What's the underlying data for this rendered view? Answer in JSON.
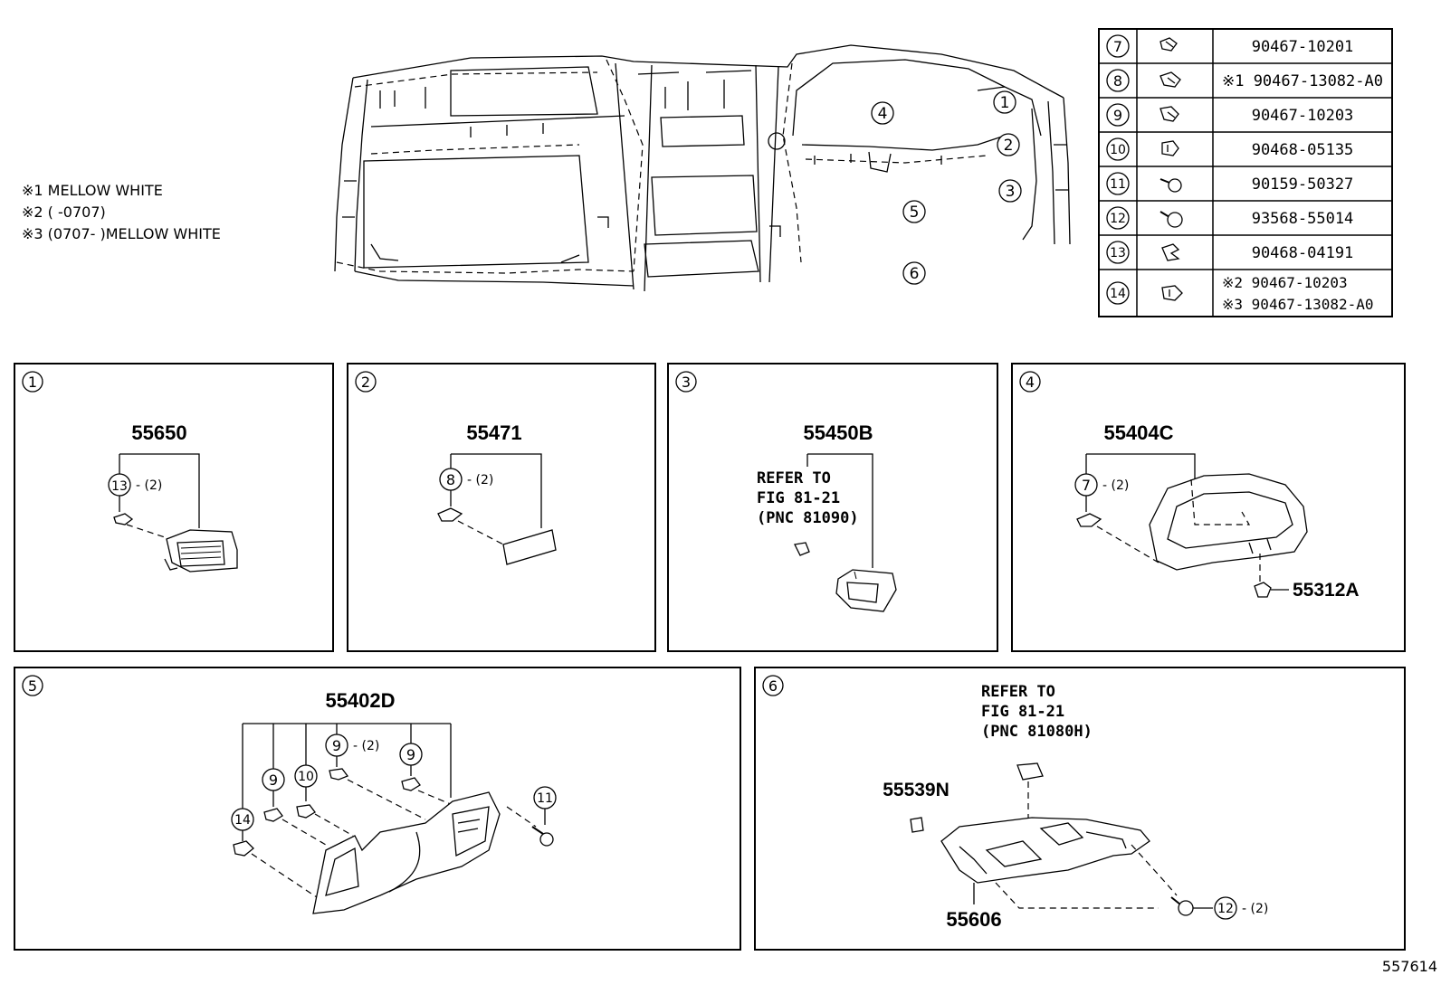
{
  "legend": {
    "note1": "※1 MELLOW WHITE",
    "note2": "※2 (     -0707)",
    "note3": "※3 (0707-     )MELLOW WHITE"
  },
  "overview_callouts": [
    "1",
    "2",
    "3",
    "4",
    "5",
    "6"
  ],
  "parts_table": [
    {
      "ref": "7",
      "icon": "clip-icon",
      "number": "90467-10201"
    },
    {
      "ref": "8",
      "icon": "clip-icon",
      "number": "※1 90467-13082-A0"
    },
    {
      "ref": "9",
      "icon": "clip-icon",
      "number": "90467-10203"
    },
    {
      "ref": "10",
      "icon": "nut-icon",
      "number": "90468-05135"
    },
    {
      "ref": "11",
      "icon": "screw-icon",
      "number": "90159-50327"
    },
    {
      "ref": "12",
      "icon": "screw-icon",
      "number": "93568-55014"
    },
    {
      "ref": "13",
      "icon": "clip-icon",
      "number": "90468-04191"
    },
    {
      "ref": "14",
      "icon": "clip-icon",
      "number": "※2  90467-10203",
      "number2": "※3  90467-13082-A0"
    }
  ],
  "panels": {
    "p1": {
      "num": "1",
      "part": "55650",
      "clip": "13",
      "qty": "- (2)"
    },
    "p2": {
      "num": "2",
      "part": "55471",
      "clip": "8",
      "qty": "- (2)"
    },
    "p3": {
      "num": "3",
      "part": "55450B",
      "refer1": "REFER TO",
      "refer2": "FIG 81-21",
      "refer3": "(PNC 81090)"
    },
    "p4": {
      "num": "4",
      "part": "55404C",
      "clip": "7",
      "qty": "- (2)",
      "part2": "55312A"
    },
    "p5": {
      "num": "5",
      "part": "55402D",
      "c9a": "9",
      "qty9a": "- (2)",
      "c9b": "9",
      "c9c": "9",
      "c10": "10",
      "c14": "14",
      "c11": "11"
    },
    "p6": {
      "num": "6",
      "part": "55606",
      "part2": "55539N",
      "refer1": "REFER TO",
      "refer2": "FIG 81-21",
      "refer3": "(PNC 81080H)",
      "c12": "12",
      "qty12": "- (2)"
    }
  },
  "figure_id": "557614"
}
